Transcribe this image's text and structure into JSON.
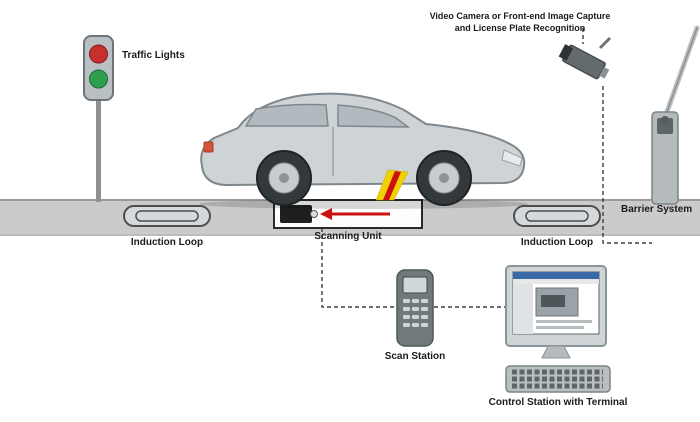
{
  "labels": {
    "traffic_lights": "Traffic Lights",
    "camera_line1": "Video Camera or Front-end Image Capture",
    "camera_line2": "and License Plate Recognition",
    "induction_loop_left": "Induction Loop",
    "scanning_unit": "Scanning Unit",
    "induction_loop_right": "Induction Loop",
    "barrier_system": "Barrier System",
    "scan_station": "Scan Station",
    "control_station": "Control Station with Terminal"
  },
  "colors": {
    "traffic_red": "#c8302e",
    "traffic_green": "#2e9e4f",
    "beam_yellow": "#f2cf00",
    "arrow_red": "#cc1111",
    "road_gray": "#cbcbcb"
  }
}
